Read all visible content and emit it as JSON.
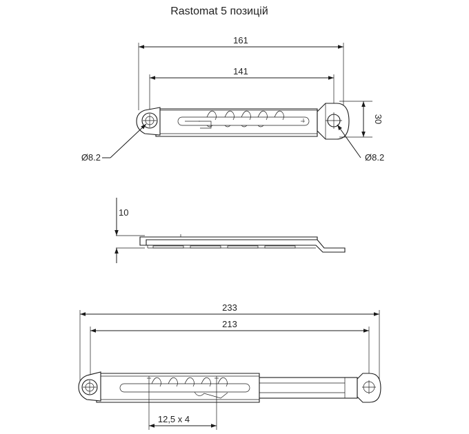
{
  "title": "Rastomat 5 позицій",
  "top_view": {
    "dim_overall": "161",
    "dim_inner": "141",
    "dim_height": "30",
    "hole_left": "Ø8.2",
    "hole_right": "Ø8.2"
  },
  "side_view": {
    "dim_thickness": "10"
  },
  "extended_view": {
    "dim_overall": "233",
    "dim_inner": "213",
    "dim_step": "12,5 x 4"
  }
}
